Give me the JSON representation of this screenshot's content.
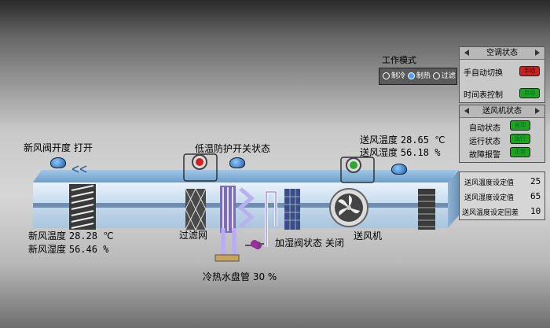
{
  "mode": {
    "title": "工作模式",
    "options": [
      "制冷",
      "制热",
      "过滤"
    ],
    "selected_index": 1
  },
  "ac_panel": {
    "title": "空调状态",
    "rows": [
      {
        "label": "手自动切换",
        "indicator": "手动",
        "color": "#c92020"
      },
      {
        "label": "时间表控制",
        "indicator": "启动",
        "color": "#1ea31e"
      }
    ]
  },
  "fan_panel": {
    "title": "送风机状态",
    "rows": [
      {
        "label": "自动状态",
        "indicator": "自动",
        "color": "#1ea31e"
      },
      {
        "label": "运行状态",
        "indicator": "运行",
        "color": "#1ea31e"
      },
      {
        "label": "故障报警",
        "indicator": "正常",
        "color": "#1ea31e"
      }
    ]
  },
  "setpoints": [
    {
      "label": "送风温度设定值",
      "value": "25"
    },
    {
      "label": "送风湿度设定值",
      "value": "65"
    },
    {
      "label": "送风温度设定回差",
      "value": "10"
    }
  ],
  "labels": {
    "fresh_valve": "新风阀开度 打开",
    "low_temp": "低温防护开关状态",
    "supply_temp_label": "送风温度",
    "supply_temp_value": "28.65 ℃",
    "supply_hum_label": "送风湿度",
    "supply_hum_value": "56.18 %",
    "fresh_temp_label": "新风温度",
    "fresh_temp_value": "28.28 ℃",
    "fresh_hum_label": "新风湿度",
    "fresh_hum_value": "56.46 %",
    "filter": "过滤网",
    "humidify": "加湿阀状态 关闭",
    "fan": "送风机",
    "coil": "冷热水盘管 30 %"
  }
}
